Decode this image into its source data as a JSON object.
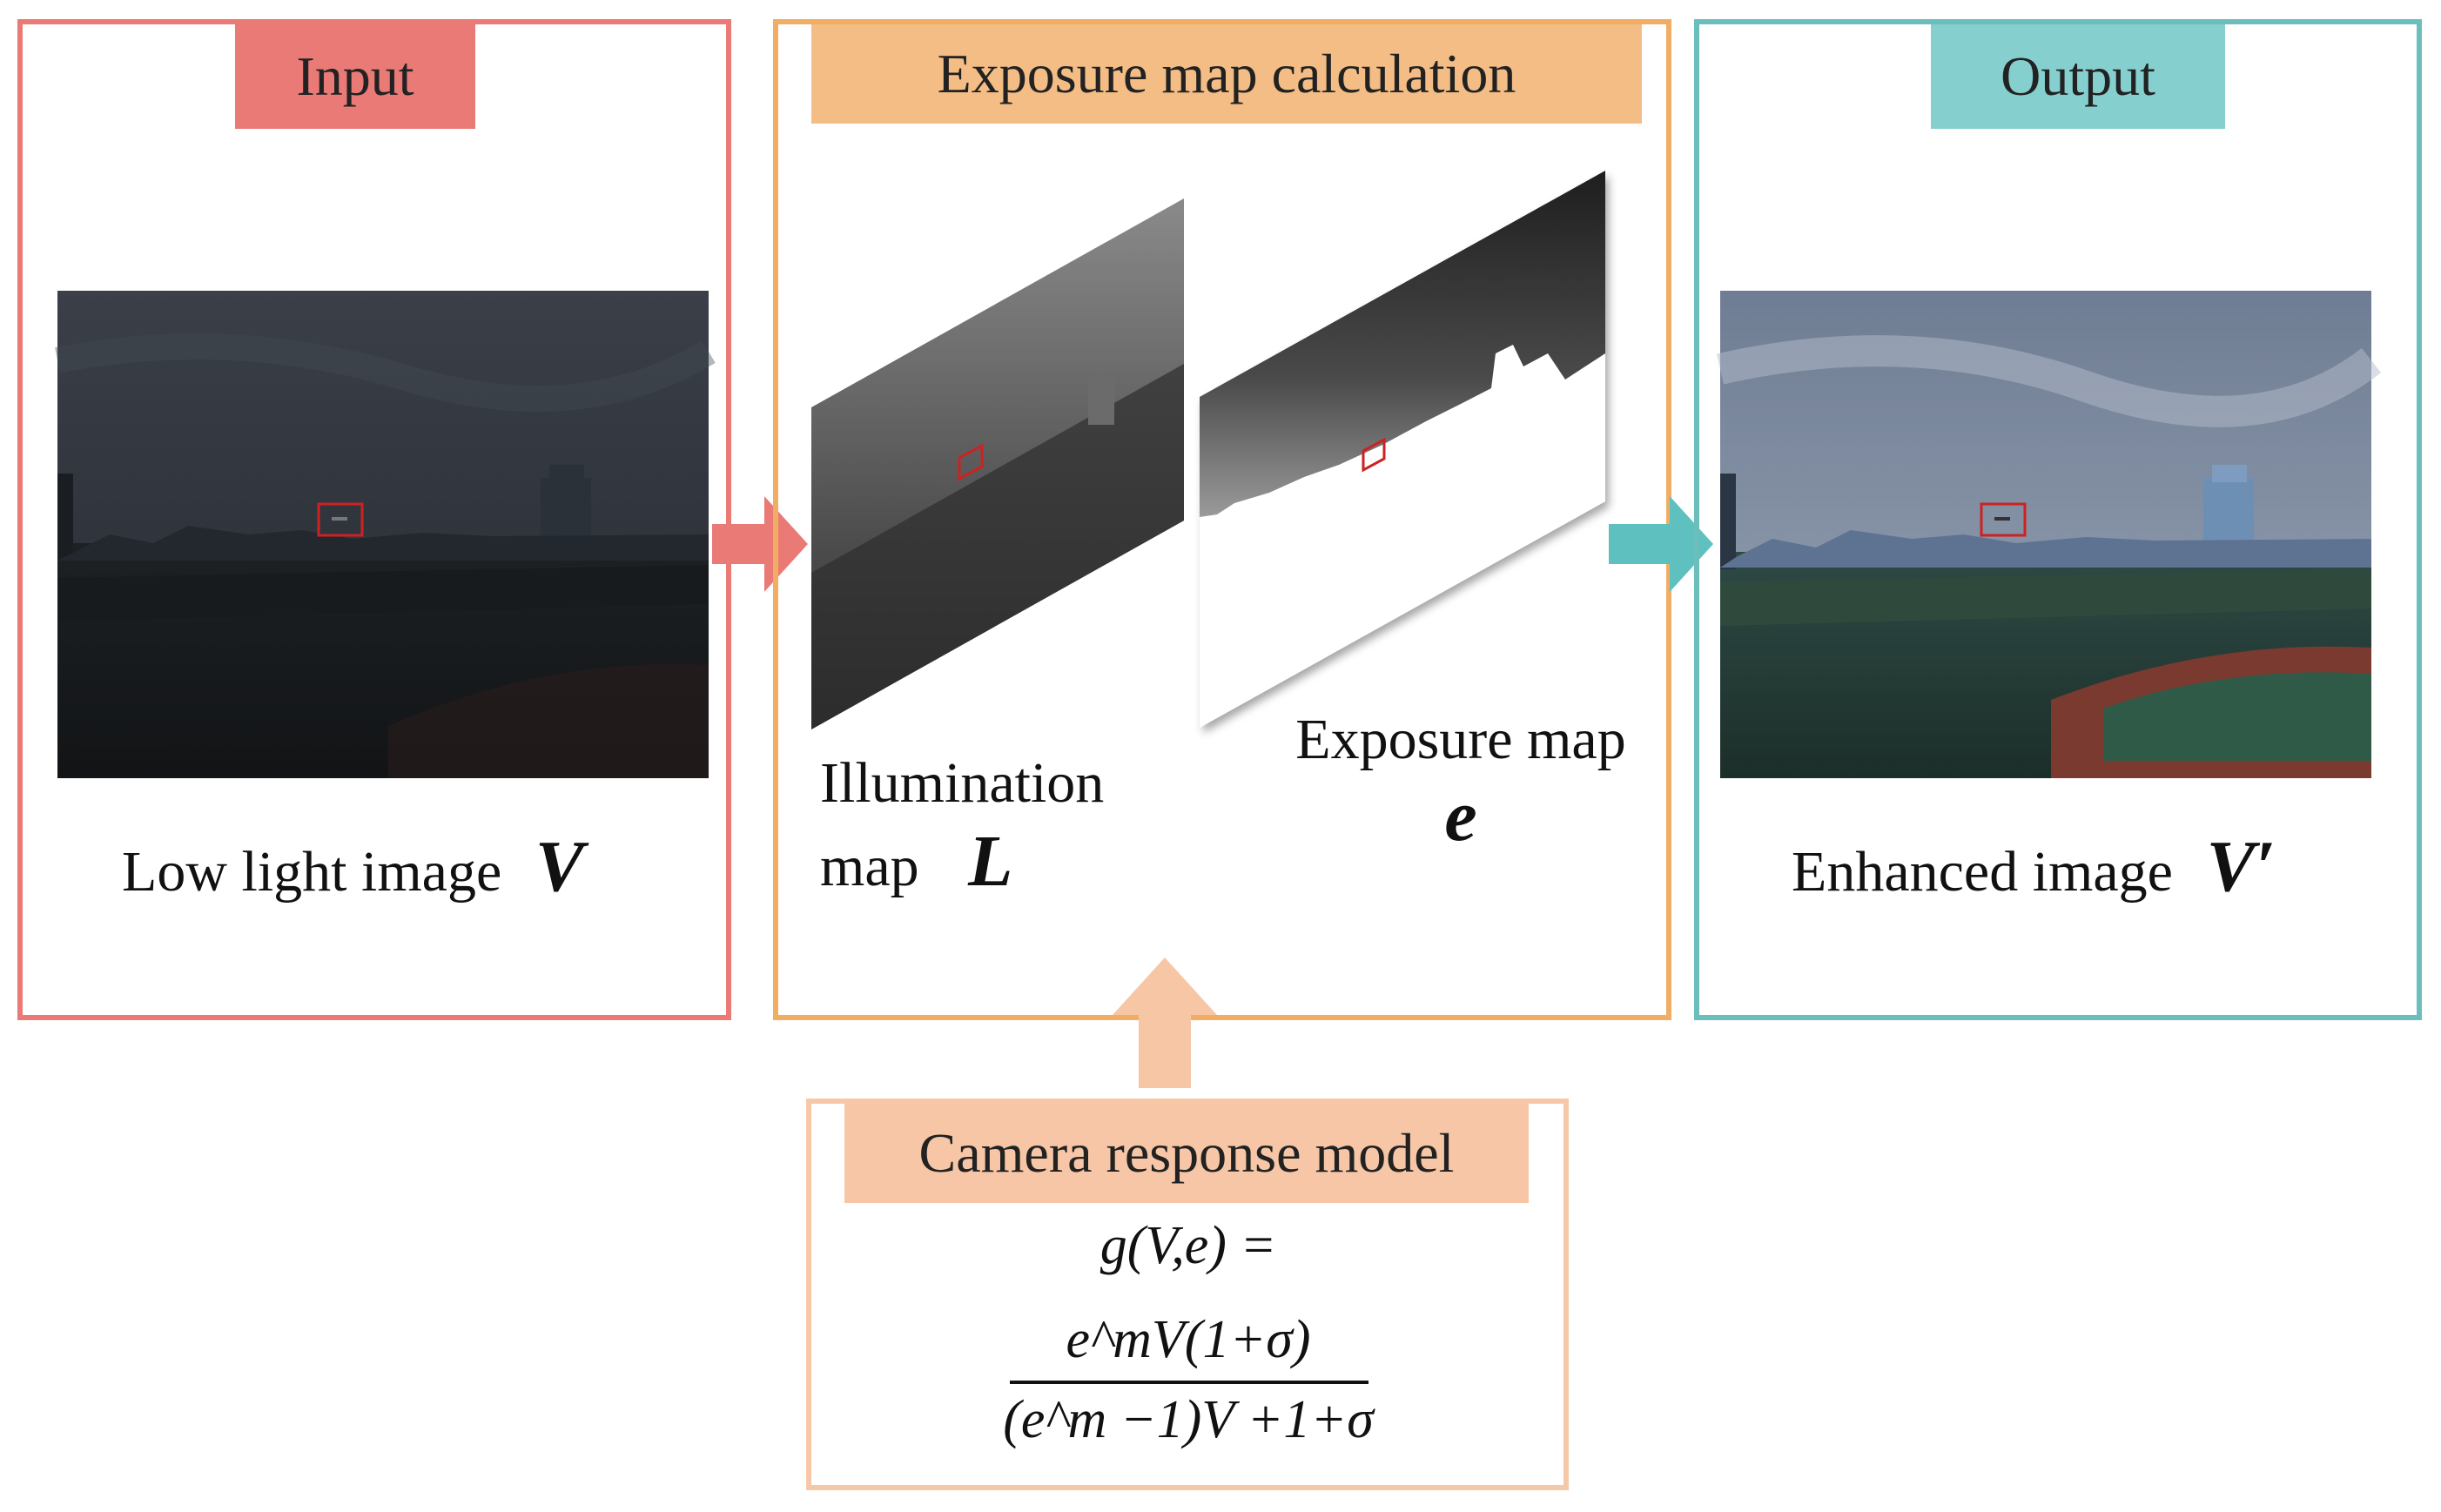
{
  "colors": {
    "input": "#e97a76",
    "exposure": "#f0ad63",
    "output": "#6bbebc",
    "output_tag": "#86cfcf",
    "exposure_tag": "#f3bd85",
    "camera": "#f6c8a8",
    "camera_tag": "#f6c6a6"
  },
  "input_panel": {
    "tag": "Input",
    "caption": "Low light image",
    "variable": "V"
  },
  "exposure_panel": {
    "tag": "Exposure map calculation",
    "illumination_caption_line1": "Illumination",
    "illumination_caption_line2": "map",
    "illumination_variable": "L",
    "exposure_caption": "Exposure map",
    "exposure_variable": "e"
  },
  "output_panel": {
    "tag": "Output",
    "caption": "Enhanced image",
    "variable": "V′"
  },
  "camera_panel": {
    "tag": "Camera response model",
    "formula_lhs": "g(V,e) =",
    "formula_numerator": "e^mV(1+σ)",
    "formula_denominator": "(e^m −1)V +1+σ"
  }
}
